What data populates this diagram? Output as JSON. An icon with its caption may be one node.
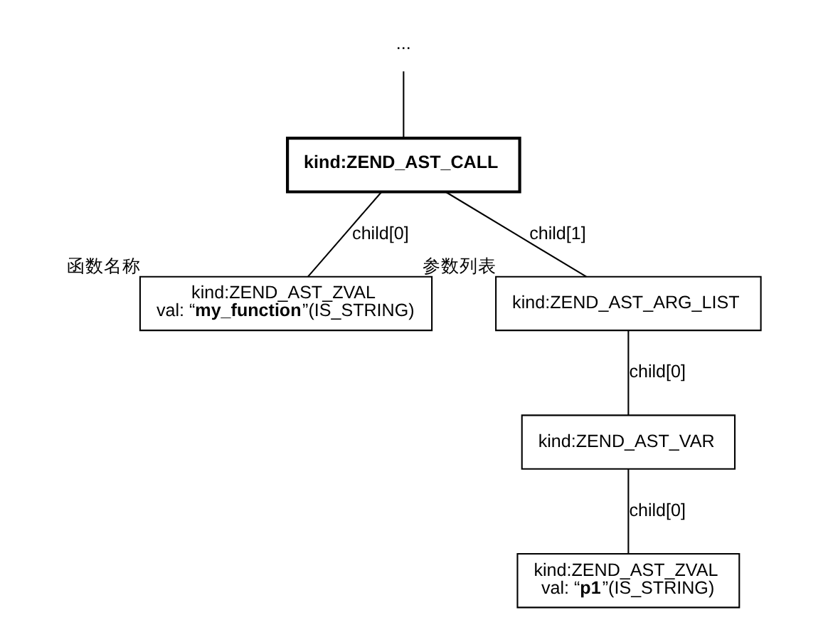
{
  "diagram": {
    "nodes": [
      {
        "text": [
          "..."
        ]
      },
      {
        "text": [
          "kind:ZEND_AST_CALL"
        ]
      },
      {
        "text": [
          "kind:ZEND_AST_ZVAL",
          "val: “**my_function**”(IS_STRING)"
        ],
        "beside": [
          "函数名称"
        ]
      },
      {
        "text": [
          "kind:ZEND_AST_ARG_LIST"
        ],
        "beside": [
          "参数列表"
        ]
      },
      {
        "text": [
          "kind:ZEND_AST_VAR"
        ]
      },
      {
        "text": [
          "kind:ZEND_AST_ZVAL",
          "val: “**p1**”(IS_STRING)"
        ]
      }
    ],
    "edges": [
      {
        "from": 0,
        "to": 1,
        "arrow": "none"
      },
      {
        "from": 1,
        "to": 2,
        "arrow": "none",
        "label": "child[0]"
      },
      {
        "from": 1,
        "to": 3,
        "arrow": "none",
        "label": "child[1]"
      },
      {
        "from": 3,
        "to": 4,
        "arrow": "none",
        "label": "child[0]"
      },
      {
        "from": 4,
        "to": 5,
        "arrow": "none",
        "label": "child[0]"
      }
    ]
  }
}
